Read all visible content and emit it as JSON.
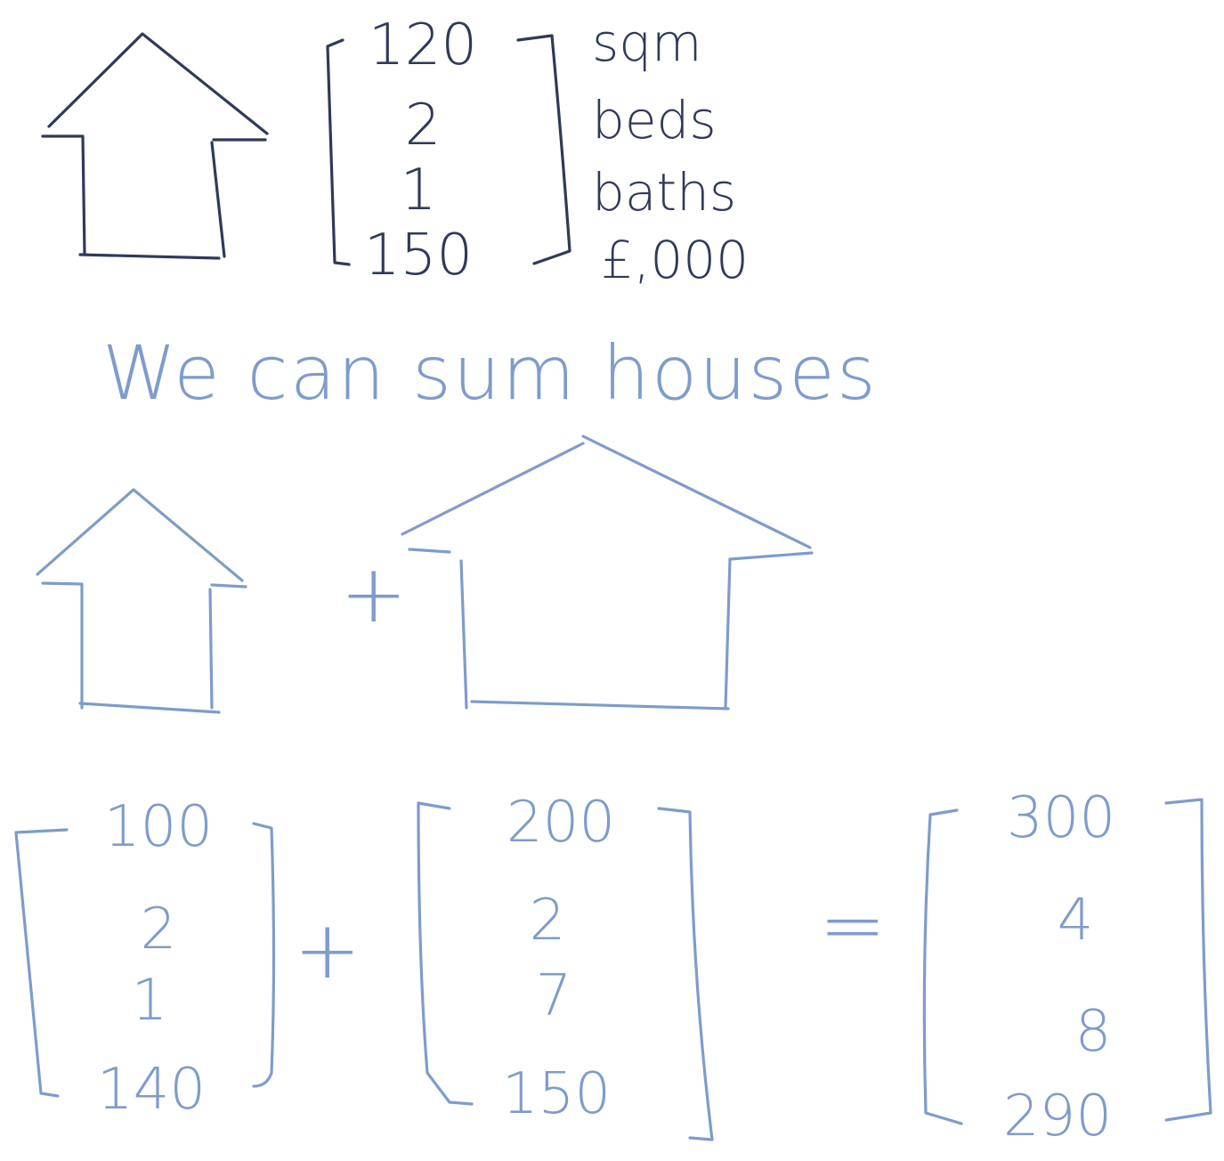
{
  "top": {
    "vector": [
      "120",
      "2",
      "1",
      "150"
    ],
    "units": [
      "sqm",
      "beds",
      "baths",
      "£,000"
    ]
  },
  "heading": "We can sum houses",
  "houses_row": {
    "plus": "+"
  },
  "equation": {
    "a": [
      "100",
      "2",
      "1",
      "140"
    ],
    "b": [
      "200",
      "2",
      "7",
      "150"
    ],
    "sum": [
      "300",
      "4",
      "8",
      "290"
    ],
    "plus": "+",
    "equals": "="
  },
  "colors": {
    "dark_ink": "#2f3a5a",
    "blue_ink": "#7e9ccb"
  }
}
